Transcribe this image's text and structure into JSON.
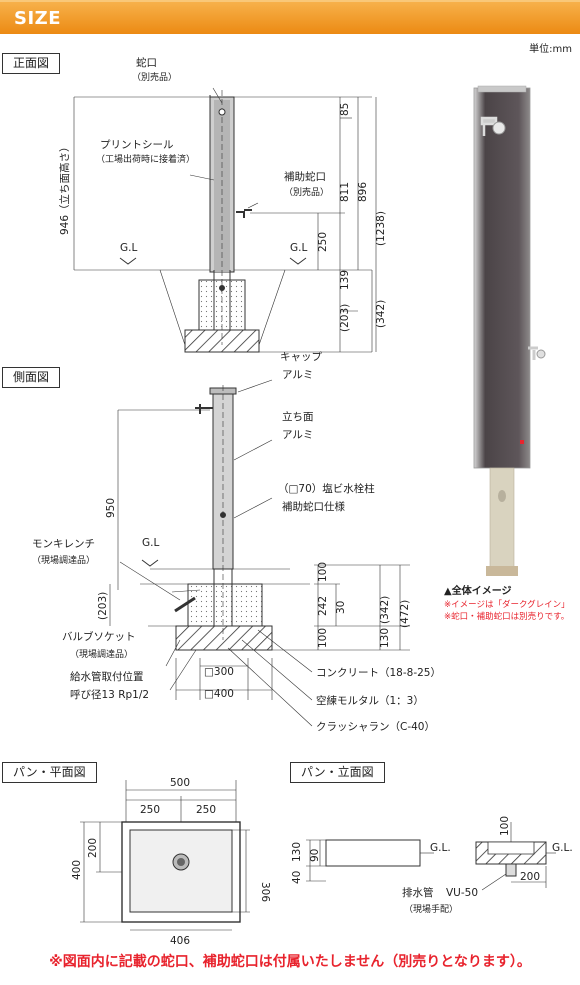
{
  "header": {
    "title": "SIZE"
  },
  "unit_label": "単位:mm",
  "sections": {
    "front": "正面図",
    "side": "側面図",
    "pan_plan": "パン・平面図",
    "pan_elev": "パン・立面図"
  },
  "front": {
    "faucet": "蛇口",
    "faucet_sub": "（別売品）",
    "seal": "プリントシール",
    "seal_sub": "（工場出荷時に接着済）",
    "aux": "補助蛇口",
    "aux_sub": "（別売品）",
    "gl1": "G.L",
    "gl2": "G.L",
    "height_label": "946（立ち面高さ）",
    "d85": "85",
    "d811": "811",
    "d896": "896",
    "d1238": "(1238)",
    "d250": "250",
    "d139": "139",
    "d203": "(203)",
    "d342": "(342)"
  },
  "side": {
    "cap": "キャップ",
    "cap_mat": "アルミ",
    "face": "立ち面",
    "face_mat": "アルミ",
    "pipe": "（□70）塩ビ水栓柱",
    "pipe_sub": "補助蛇口仕様",
    "wrench": "モンキレンチ",
    "wrench_sub": "（現場調達品）",
    "gl": "G.L",
    "valve": "バルブソケット",
    "valve_sub": "（現場調達品）",
    "supply": "給水管取付位置",
    "supply_sub": "呼び径13 Rp1/2",
    "concrete": "コンクリート（18-8-25）",
    "mortar": "空練モルタル（1：3）",
    "crusher": "クラッシャラン（C-40）",
    "d950": "950",
    "d203": "(203)",
    "d100a": "100",
    "d242": "242",
    "d30": "30",
    "d342": "(342)",
    "d472": "(472)",
    "d100b": "100",
    "d130": "130",
    "sq300": "□300",
    "sq400": "□400"
  },
  "image_caption": {
    "title": "▲全体イメージ",
    "line1": "※イメージは「ダークグレイン」",
    "line2": "※蛇口・補助蛇口は別売りです。"
  },
  "pan_plan": {
    "w500": "500",
    "w250a": "250",
    "w250b": "250",
    "h400": "400",
    "h200": "200",
    "h306": "306",
    "w406": "406"
  },
  "pan_elev": {
    "d130": "130",
    "d90": "90",
    "d40": "40",
    "d100": "100",
    "d200": "200",
    "gl1": "G.L.",
    "gl2": "G.L.",
    "drain": "排水管",
    "drain_spec": "VU-50",
    "drain_sub": "（現場手配）"
  },
  "footer_note": "※図面内に記載の蛇口、補助蛇口は付属いたしません（別売りとなります）。",
  "colors": {
    "header": "#ec8a13",
    "accent_red": "#e8232d",
    "post_dark": "#5a5356",
    "post_light": "#d9d3bf"
  }
}
